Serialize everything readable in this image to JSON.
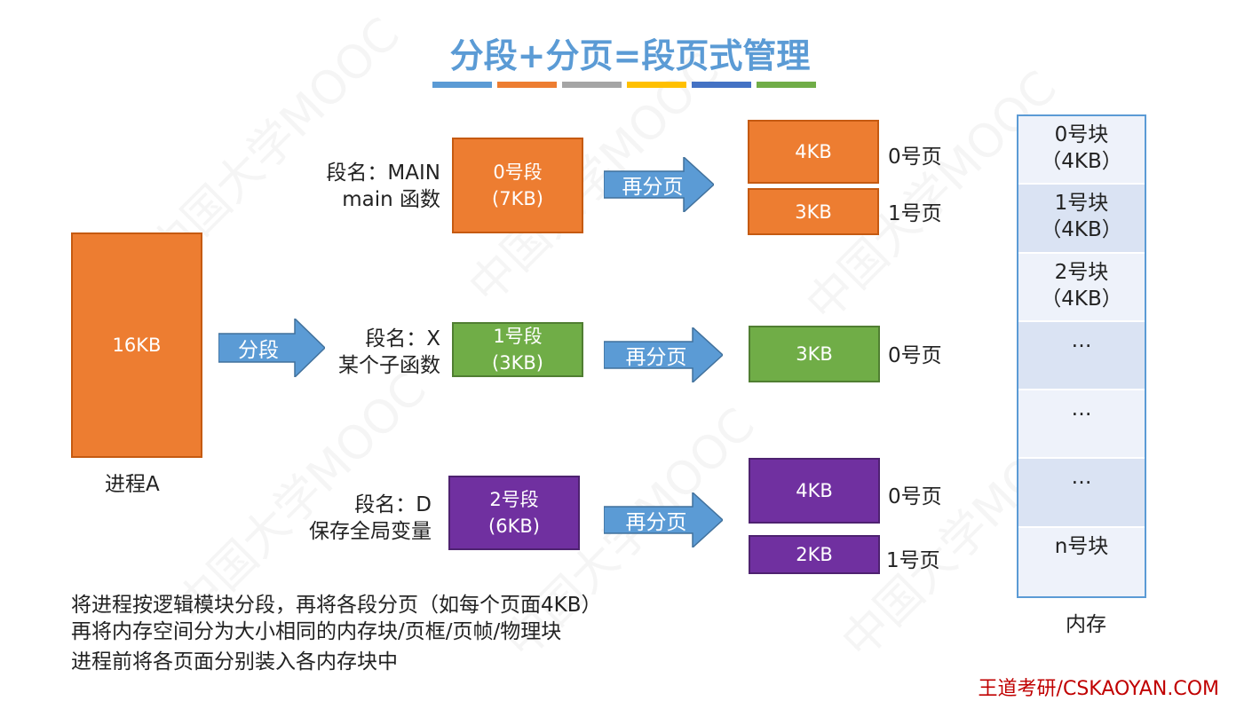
{
  "title": "分段+分页=段页式管理",
  "title_bar_colors": [
    "#5b9bd5",
    "#ed7d31",
    "#a5a5a5",
    "#ffc000",
    "#4472c4",
    "#70ad47"
  ],
  "colors": {
    "orange": "#ed7d31",
    "green": "#70ad47",
    "purple": "#7030a0",
    "arrow": "#5b9bd5",
    "footer": "#c00000"
  },
  "process": {
    "box": "16KB",
    "label": "进程A"
  },
  "segment_arrow": "分段",
  "repage_arrow": "再分页",
  "segments": [
    {
      "name_line1": "段名：MAIN",
      "name_line2": "main 函数",
      "box_line1": "0号段",
      "box_line2": "(7KB)",
      "color": "#ed7d31",
      "pages": [
        {
          "size": "4KB",
          "label": "0号页"
        },
        {
          "size": "3KB",
          "label": "1号页"
        }
      ]
    },
    {
      "name_line1": "段名：X",
      "name_line2": "某个子函数",
      "box_line1": "1号段",
      "box_line2": "(3KB)",
      "color": "#70ad47",
      "pages": [
        {
          "size": "3KB",
          "label": "0号页"
        }
      ]
    },
    {
      "name_line1": "段名：D",
      "name_line2": "保存全局变量",
      "box_line1": "2号段",
      "box_line2": "(6KB)",
      "color": "#7030a0",
      "pages": [
        {
          "size": "4KB",
          "label": "0号页"
        },
        {
          "size": "2KB",
          "label": "1号页"
        }
      ]
    }
  ],
  "memory": {
    "label": "内存",
    "blocks": [
      {
        "line1": "0号块",
        "line2": "（4KB）"
      },
      {
        "line1": "1号块",
        "line2": "（4KB）"
      },
      {
        "line1": "2号块",
        "line2": "（4KB）"
      },
      {
        "line1": "…",
        "line2": ""
      },
      {
        "line1": "…",
        "line2": ""
      },
      {
        "line1": "…",
        "line2": ""
      },
      {
        "line1": "n号块",
        "line2": ""
      }
    ]
  },
  "description": [
    "将进程按逻辑模块分段，再将各段分页（如每个页面4KB）",
    "再将内存空间分为大小相同的内存块/页框/页帧/物理块",
    "进程前将各页面分别装入各内存块中"
  ],
  "footer": "王道考研/CSKAOYAN.COM",
  "watermark": "中国大学MOOC"
}
